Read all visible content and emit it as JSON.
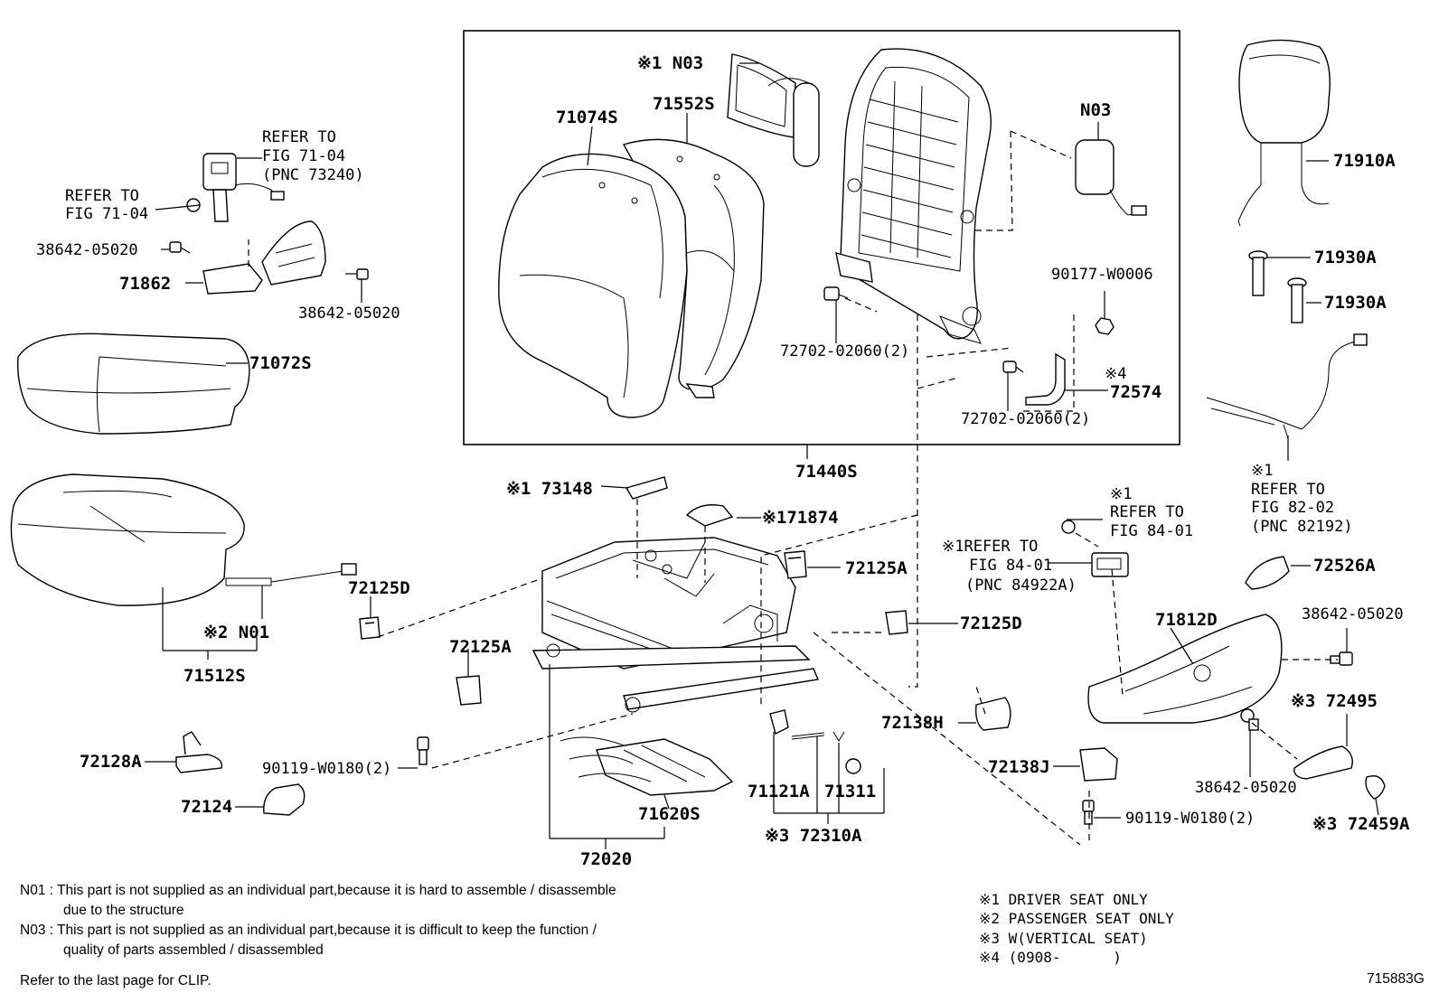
{
  "labels": {
    "n03_top": "※1 N03",
    "l71074s": "71074S",
    "l71552s": "71552S",
    "n03_right": "N03",
    "l71910a": "71910A",
    "l71930a_1": "71930A",
    "l71930a_2": "71930A",
    "refer_7104_a_1": "REFER TO",
    "refer_7104_a_2": "FIG 71-04",
    "refer_7104_a_3": "(PNC 73240)",
    "refer_7104_b_1": "REFER TO",
    "refer_7104_b_2": "FIG 71-04",
    "l3864205020_a": "38642-05020",
    "l71862": "71862",
    "l3864205020_b": "38642-05020",
    "l71072s": "71072S",
    "l90177": "90177-W0006",
    "l72702_a": "72702-02060(2)",
    "l72574_mark": "※4",
    "l72574": "72574",
    "l72702_b": "72702-02060(2)",
    "l71440s": "71440S",
    "refer_8202_1": "※1",
    "refer_8202_2": "REFER TO",
    "refer_8202_3": "FIG 82-02",
    "refer_8202_4": "(PNC 82192)",
    "l73148": "※1 73148",
    "l71874": "※171874",
    "refer_8401_a_1": "※1",
    "refer_8401_a_2": "REFER TO",
    "refer_8401_a_3": "FIG 84-01",
    "refer_8401_b_1": "※1REFER TO",
    "refer_8401_b_2": "FIG 84-01",
    "refer_8401_b_3": "(PNC 84922A)",
    "l72125a_r": "72125A",
    "l72125d_l": "72125D",
    "l72526a": "72526A",
    "l3864205020_c": "38642-05020",
    "l71812d": "71812D",
    "l72125d_r": "72125D",
    "n01": "※2 N01",
    "l71512s": "71512S",
    "l72125a_l": "72125A",
    "l72495": "※3 72495",
    "l72138h": "72138H",
    "l72128a": "72128A",
    "l90119_a": "90119-W0180(2)",
    "l72138j": "72138J",
    "l3864205020_d": "38642-05020",
    "l71121a": "71121A",
    "l71311": "71311",
    "l72124": "72124",
    "l71620s": "71620S",
    "l90119_b": "90119-W0180(2)",
    "l72459a": "※3 72459A",
    "l72310a": "※3 72310A",
    "l72020": "72020"
  },
  "notes": {
    "n01_line1": "N01 : This part is not supplied as an individual part,because it is hard to assemble / disassemble",
    "n01_line2": "due to the structure",
    "n03_line1": "N03 : This part is not supplied as an individual part,because it is difficult to keep the function /",
    "n03_line2": "quality of parts assembled / disassembled",
    "clip": "Refer to the last page for CLIP."
  },
  "legend": {
    "l1": "※1 DRIVER SEAT ONLY",
    "l2": "※2 PASSENGER SEAT ONLY",
    "l3": "※3 W(VERTICAL SEAT)",
    "l4": "※4 (0908-      )"
  },
  "figure_code": "715883G"
}
